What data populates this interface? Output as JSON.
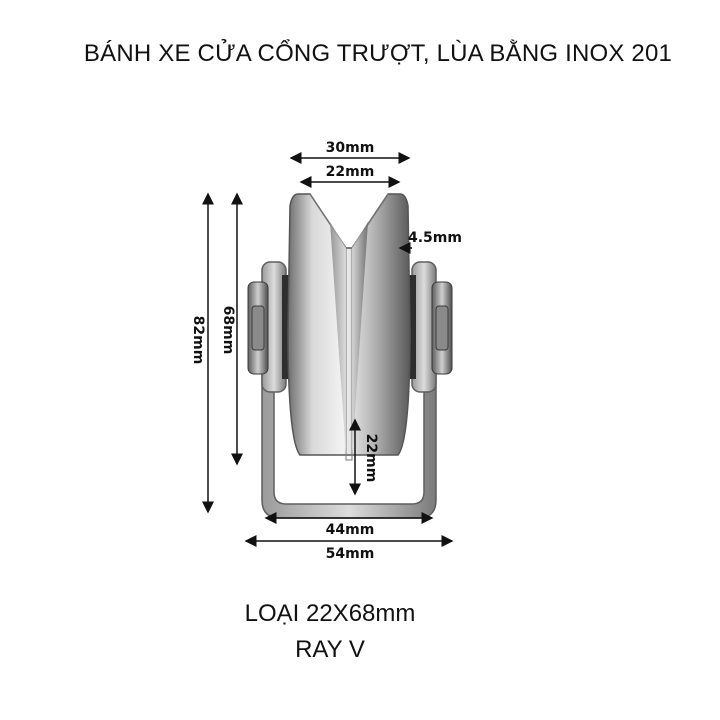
{
  "title": "BÁNH XE CỬA CỔNG TRƯỢT, LÙA BẰNG INOX 201",
  "dimensions": {
    "top_outer": "30mm",
    "top_inner": "22mm",
    "flange": "4.5mm",
    "height_total": "82mm",
    "height_wheel": "68mm",
    "groove_depth": "22mm",
    "bracket_inner": "44mm",
    "bracket_outer": "54mm"
  },
  "caption": {
    "line1": "LOẠI 22X68mm",
    "line2": "RAY V"
  },
  "colors": {
    "steel_light": "#e6e6e6",
    "steel_mid": "#a8a8a8",
    "steel_dark": "#4a4a4a"
  }
}
